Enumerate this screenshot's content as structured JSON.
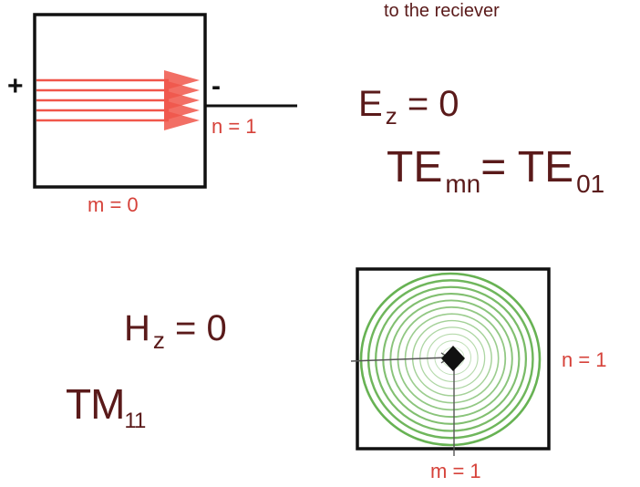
{
  "caption": "to the reciever",
  "te_diagram": {
    "plus": "+",
    "minus": "-",
    "m_label": "m = 0",
    "n_label": "n = 1",
    "arrow_color": "#f0564a"
  },
  "equations": {
    "ez": {
      "letter": "E",
      "sub": "z",
      "rest": "= 0"
    },
    "te": {
      "lhs": "TE",
      "lhs_sub": "mn",
      "eq": "=",
      "rhs": "TE",
      "rhs_sub": "01"
    },
    "hz": {
      "letter": "H",
      "sub": "z",
      "rest": "= 0"
    },
    "tm": {
      "main": "TM",
      "sub": "11"
    }
  },
  "tm_diagram": {
    "m_label": "m = 1",
    "n_label": "n = 1",
    "field_color": "#5fae4a"
  },
  "colors": {
    "text_dark": "#5a1a1a",
    "label_red": "#d6423a",
    "outline": "#111111"
  }
}
